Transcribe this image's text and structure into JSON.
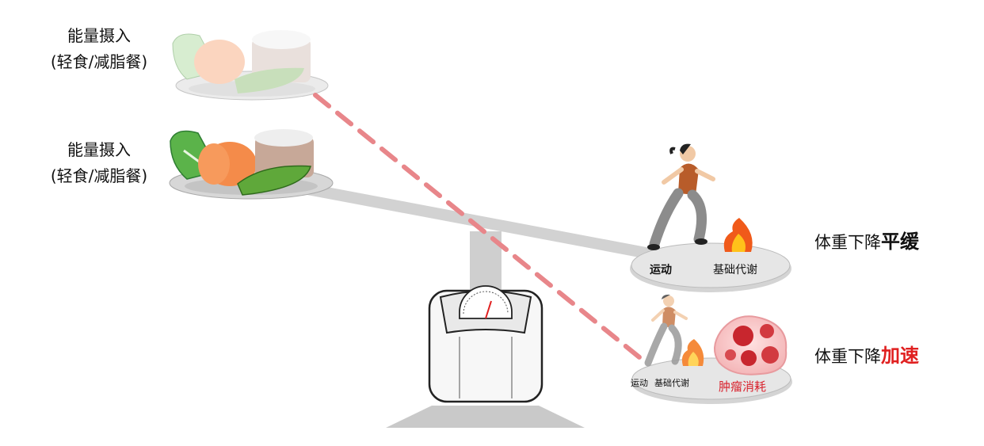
{
  "food_ghost": {
    "line1": "能量摄入",
    "line2": "(轻食/减脂餐)"
  },
  "food_main": {
    "line1": "能量摄入",
    "line2": "(轻食/减脂餐)"
  },
  "plate_top": {
    "exercise": "运动",
    "metabolism": "基础代谢"
  },
  "plate_bottom": {
    "exercise": "运动",
    "metabolism": "基础代谢",
    "tumor": "肿瘤消耗"
  },
  "result_slow": {
    "prefix": "体重下降",
    "emphasis": "平缓"
  },
  "result_fast": {
    "prefix": "体重下降",
    "emphasis": "加速"
  },
  "colors": {
    "dashed_line": "#e8868a",
    "emphasis_red": "#e02020",
    "tumor_text": "#d9232e",
    "scale_gray": "#d4d4d4",
    "plate": "#dcdcdc",
    "fire_orange": "#f05a1a"
  }
}
